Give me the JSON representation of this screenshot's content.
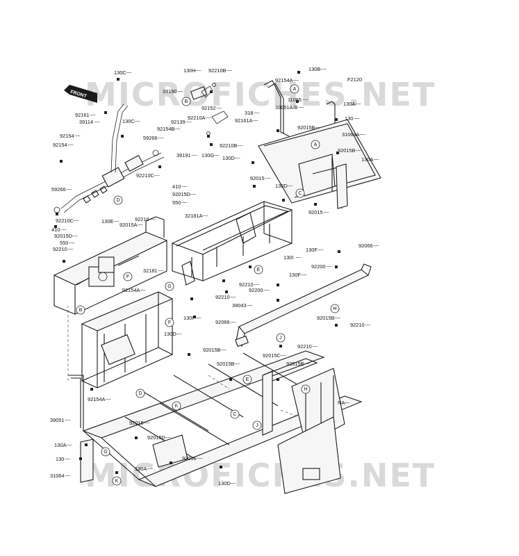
{
  "watermark": "MICROFICHES.NET",
  "front_tag": "FRONT",
  "reference": "F2120",
  "part_labels": [
    "130C",
    "92161",
    "39114",
    "130C",
    "92154",
    "92154",
    "59266",
    "92210C",
    "59266",
    "410",
    "92015D",
    "550",
    "130E",
    "92210",
    "92015A",
    "92210",
    "130H",
    "92210B",
    "39190",
    "92152",
    "318",
    "92161A",
    "92210A",
    "92210B",
    "130G",
    "92139",
    "92154B",
    "39191",
    "92210C",
    "410",
    "92015D",
    "550",
    "130B",
    "92154A",
    "11065",
    "130A",
    "39051A/B",
    "130",
    "31064A",
    "92015B",
    "92015B",
    "130A",
    "130D",
    "92015",
    "130D",
    "92015",
    "32181A",
    "32181",
    "130F",
    "92066",
    "130F",
    "130I",
    "92200",
    "92200",
    "92210",
    "92210",
    "92154A",
    "130I",
    "39043",
    "92066",
    "92015B",
    "92210",
    "92210",
    "130D",
    "92015B",
    "92015C",
    "92015B",
    "92015B",
    "92154A",
    "NA",
    "39051",
    "92015",
    "130A",
    "130",
    "92015D",
    "92015",
    "31064",
    "130A",
    "130D"
  ],
  "callouts": [
    "A",
    "A",
    "B",
    "B",
    "C",
    "C",
    "D",
    "D",
    "E",
    "E",
    "F",
    "F",
    "G",
    "G",
    "H",
    "H",
    "J",
    "J",
    "K",
    "K"
  ]
}
